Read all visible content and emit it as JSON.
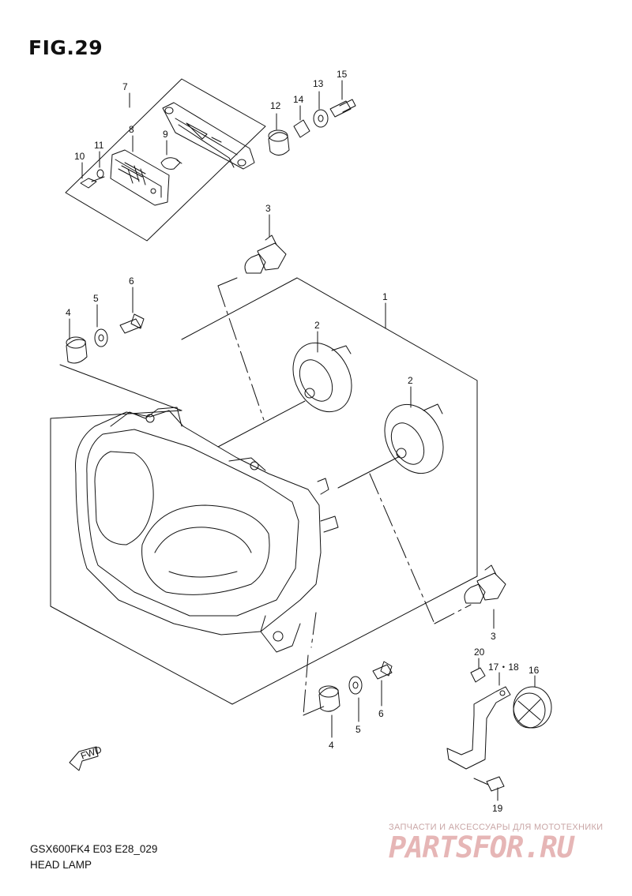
{
  "figure": {
    "title": "FIG.29"
  },
  "footer": {
    "model_code": "GSX600FK4 E03 E28_029",
    "section_name": "HEAD LAMP"
  },
  "fwd_label": "FWD",
  "watermark": {
    "caption": "ЗАПЧАСТИ И АКСЕССУАРЫ ДЛЯ МОТОТЕХНИКИ",
    "logo": "PARTSFOR.RU"
  },
  "callouts": {
    "c1": "1",
    "c2a": "2",
    "c2b": "2",
    "c3a": "3",
    "c3b": "3",
    "c4a": "4",
    "c4b": "4",
    "c5a": "5",
    "c5b": "5",
    "c6a": "6",
    "c6b": "6",
    "c7": "7",
    "c8": "8",
    "c9": "9",
    "c10": "10",
    "c11": "11",
    "c12": "12",
    "c13": "13",
    "c14": "14",
    "c15": "15",
    "c16": "16",
    "c1718": "17・18",
    "c19": "19",
    "c20": "20"
  },
  "colors": {
    "line": "#111111",
    "watermark": "#e6b6b6"
  }
}
